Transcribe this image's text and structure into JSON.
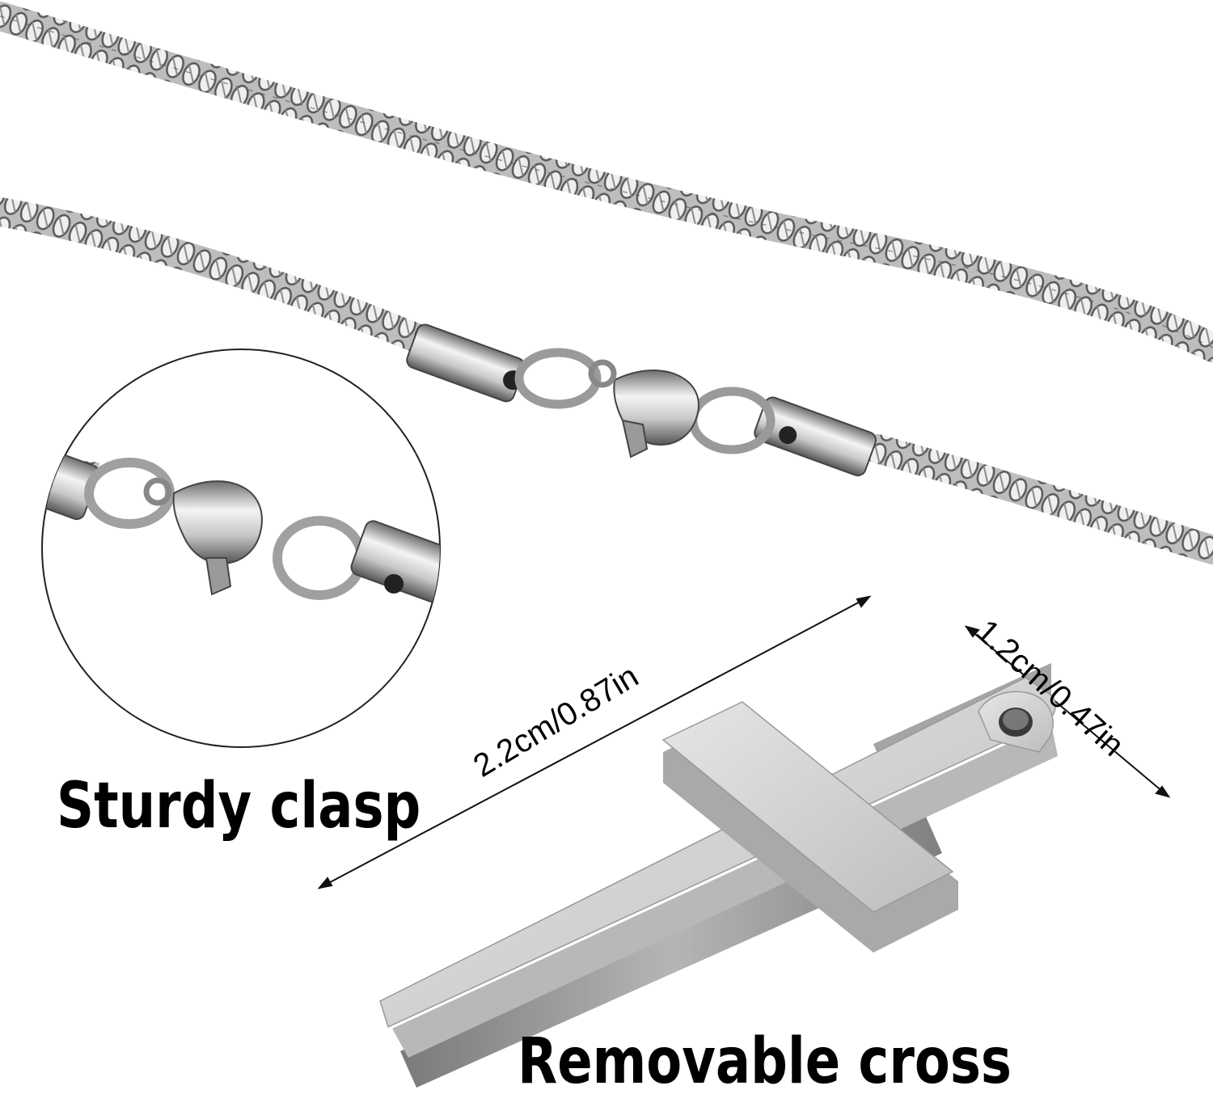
{
  "captions": {
    "clasp": "Sturdy clasp",
    "cross": "Removable cross"
  },
  "dimensions": {
    "length": "2.2cm/0.87in",
    "width": "1.2cm/0.47in"
  },
  "colors": {
    "background": "#ffffff",
    "metal_light": "#f4f4f4",
    "metal_mid": "#c8c8c8",
    "metal_dark": "#6e6e6e",
    "text": "#000000"
  }
}
